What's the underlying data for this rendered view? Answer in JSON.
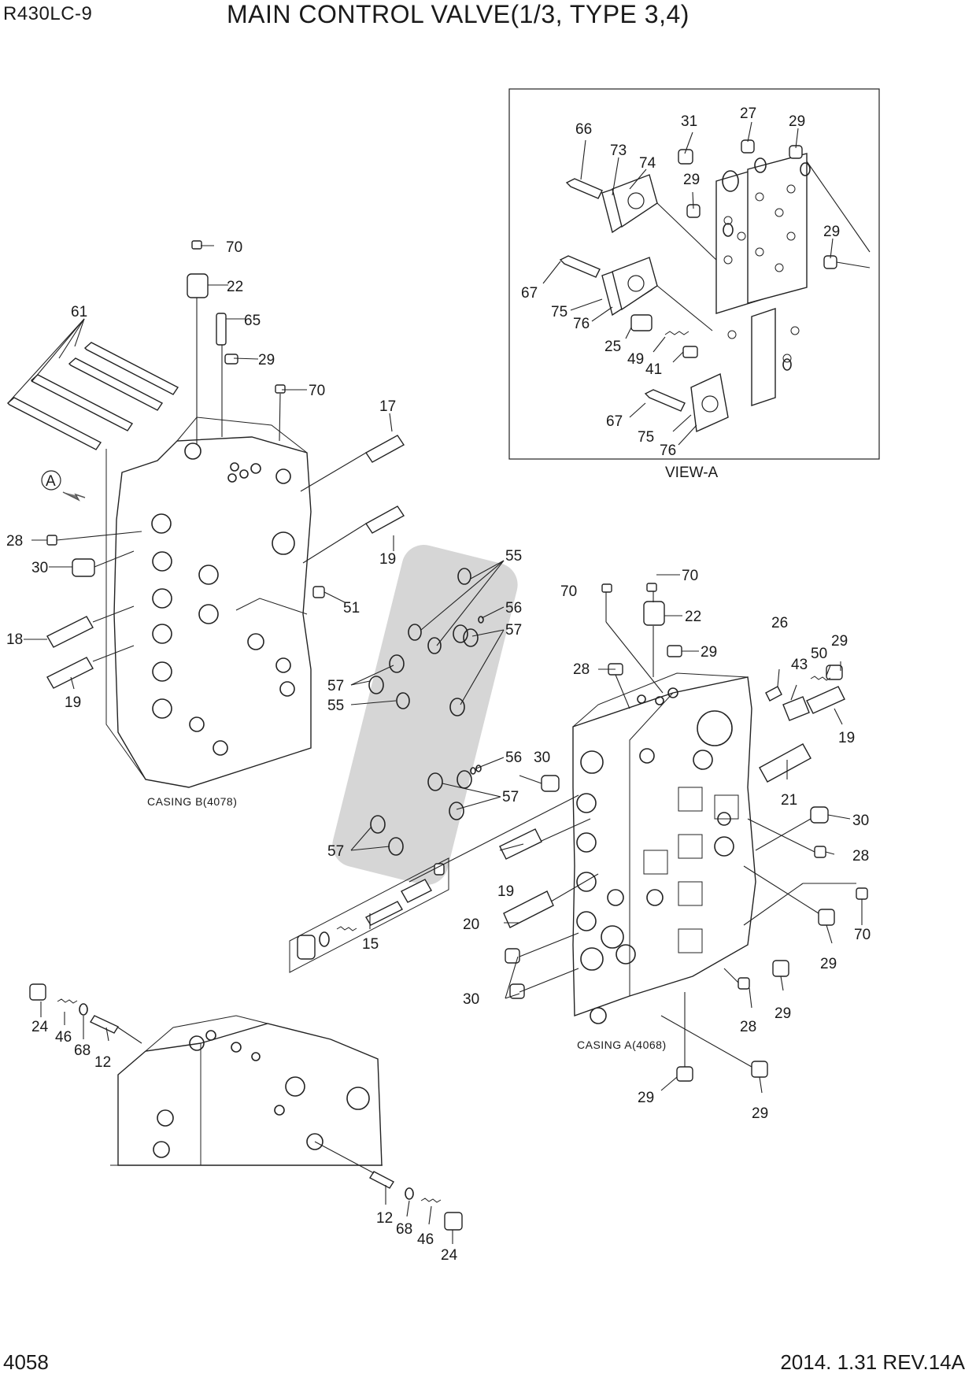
{
  "header": {
    "model": "R430LC-9",
    "title": "MAIN CONTROL VALVE(1/3, TYPE 3,4)"
  },
  "footer": {
    "page_number": "4058",
    "revision": "2014. 1.31  REV.14A"
  },
  "captions": {
    "casing_b": "CASING B(4078)",
    "casing_a": "CASING A(4068)",
    "view_a": "VIEW-A",
    "view_marker": "A"
  },
  "callouts": {
    "c70a": "70",
    "c22a": "22",
    "c65": "65",
    "c29a": "29",
    "c70b": "70",
    "c61": "61",
    "c17": "17",
    "c19a": "19",
    "c51": "51",
    "c28a": "28",
    "c30a": "30",
    "c18": "18",
    "c19b": "19",
    "c55a": "55",
    "c56a": "56",
    "c57a": "57",
    "c57b": "57",
    "c55b": "55",
    "c56b": "56",
    "c57c": "57",
    "c57d": "57",
    "c15": "15",
    "c70c": "70",
    "c70d": "70",
    "c22b": "22",
    "c28b": "28",
    "c29b": "29",
    "c26": "26",
    "c43": "43",
    "c50": "50",
    "c29c": "29",
    "c19c": "19",
    "c21": "21",
    "c30b": "30",
    "c30c": "30",
    "c28c": "28",
    "c70e": "70",
    "c29d": "29",
    "c29e": "29",
    "c28d": "28",
    "c19d": "19",
    "c20": "20",
    "c30d": "30",
    "c29f": "29",
    "c29g": "29",
    "c24a": "24",
    "c46a": "46",
    "c68a": "68",
    "c12a": "12",
    "c12b": "12",
    "c68b": "68",
    "c46b": "46",
    "c24b": "24",
    "v66": "66",
    "v73": "73",
    "v74": "74",
    "v31": "31",
    "v27": "27",
    "v29a": "29",
    "v29b": "29",
    "v29c": "29",
    "v67a": "67",
    "v75a": "75",
    "v76a": "76",
    "v25": "25",
    "v49": "49",
    "v41": "41",
    "v67b": "67",
    "v75b": "75",
    "v76b": "76"
  }
}
